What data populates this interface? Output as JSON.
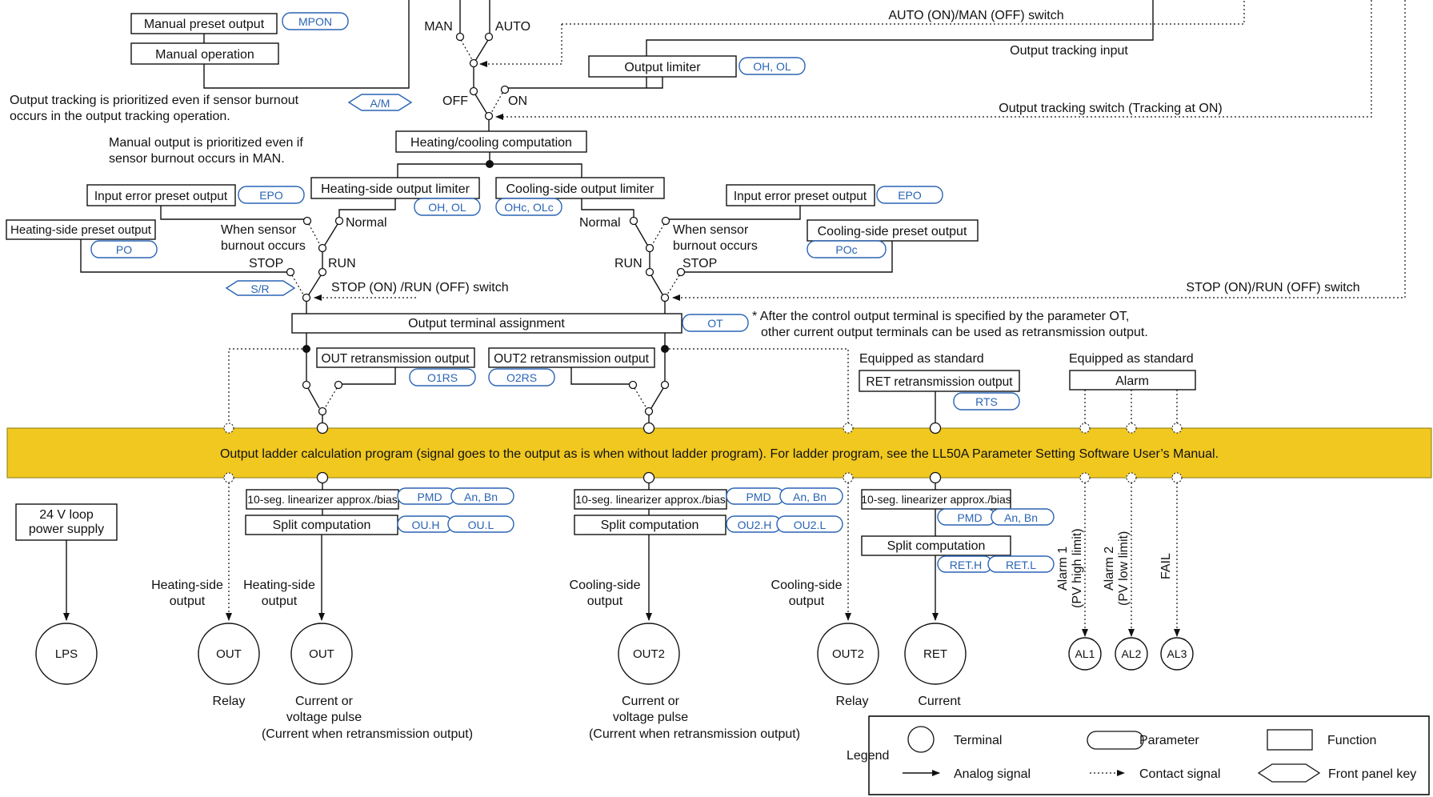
{
  "top": {
    "manual_preset_output": "Manual preset output",
    "mpon": "MPON",
    "manual_operation": "Manual operation",
    "man": "MAN",
    "auto": "AUTO",
    "auto_man_switch": "AUTO (ON)/MAN (OFF) switch",
    "output_tracking_input": "Output tracking input",
    "output_limiter": "Output limiter",
    "oh_ol": "OH, OL",
    "note_tracking": [
      "Output tracking is prioritized even if sensor burnout",
      "occurs in the output tracking operation."
    ],
    "am_key": "A/M",
    "off": "OFF",
    "on": "ON",
    "output_tracking_switch": "Output tracking switch (Tracking at ON)",
    "heating_cooling_computation": "Heating/cooling computation",
    "note_manual": [
      "Manual output is prioritized even if",
      "sensor burnout occurs in MAN."
    ]
  },
  "heat": {
    "input_error_preset": "Input error preset output",
    "epo": "EPO",
    "output_limiter": "Heating-side output limiter",
    "oh_ol": "OH, OL",
    "preset_output": "Heating-side preset output",
    "po": "PO",
    "when_sensor": [
      "When sensor",
      "burnout occurs"
    ],
    "normal": "Normal",
    "stop": "STOP",
    "run": "RUN",
    "sr_key": "S/R",
    "stop_run_switch": "STOP (ON) /RUN (OFF) switch"
  },
  "cool": {
    "output_limiter": "Cooling-side output limiter",
    "ohc_olc": "OHc, OLc",
    "input_error_preset": "Input error preset output",
    "epo": "EPO",
    "preset_output": "Cooling-side preset output",
    "poc": "POc",
    "normal": "Normal",
    "when_sensor": [
      "When sensor",
      "burnout occurs"
    ],
    "run": "RUN",
    "stop": "STOP",
    "stop_run_switch": "STOP (ON)/RUN (OFF) switch"
  },
  "assign": {
    "output_terminal_assignment": "Output terminal assignment",
    "ot": "OT",
    "note": [
      "* After the control output terminal is specified by the parameter OT,",
      "other current output terminals can be used as retransmission output."
    ],
    "out_retrans": "OUT retransmission output",
    "o1rs": "O1RS",
    "out2_retrans": "OUT2 retransmission output",
    "o2rs": "O2RS",
    "equipped1": "Equipped as standard",
    "ret_retrans": "RET retransmission output",
    "rts": "RTS",
    "equipped2": "Equipped as standard",
    "alarm": "Alarm"
  },
  "ladder": {
    "text": "Output ladder calculation program (signal goes to the output as is when without ladder program).   For ladder program, see the LL50A Parameter Setting Software User’s Manual.",
    "color": "#f0c820"
  },
  "bottom": {
    "loop_power": [
      "24 V loop",
      "power supply"
    ],
    "lps": "LPS",
    "linearizer": "10-seg. linearizer approx./bias",
    "pmd": "PMD",
    "an_bn": "An, Bn",
    "split": "Split computation",
    "ouh": "OU.H",
    "oul": "OU.L",
    "ou2h": "OU2.H",
    "ou2l": "OU2.L",
    "reth": "RET.H",
    "retl": "RET.L",
    "heating_side_output": [
      "Heating-side",
      "output"
    ],
    "cooling_side_output": [
      "Cooling-side",
      "output"
    ],
    "alarm1": [
      "Alarm 1",
      "(PV high limit)"
    ],
    "alarm2": [
      "Alarm 2",
      "(PV low limit)"
    ],
    "fail": "FAIL",
    "terminals": {
      "out_relay": "OUT",
      "out_current": "OUT",
      "out2_current": "OUT2",
      "out2_relay": "OUT2",
      "ret": "RET",
      "al1": "AL1",
      "al2": "AL2",
      "al3": "AL3"
    },
    "relay": "Relay",
    "current_or": [
      "Current or",
      "voltage pulse",
      "(Current when retransmission output)"
    ],
    "relay2": "Relay",
    "current": "Current"
  },
  "legend": {
    "title": "Legend",
    "terminal": "Terminal",
    "parameter": "Parameter",
    "function": "Function",
    "analog": "Analog signal",
    "contact": "Contact signal",
    "front_panel_key": "Front panel key"
  }
}
